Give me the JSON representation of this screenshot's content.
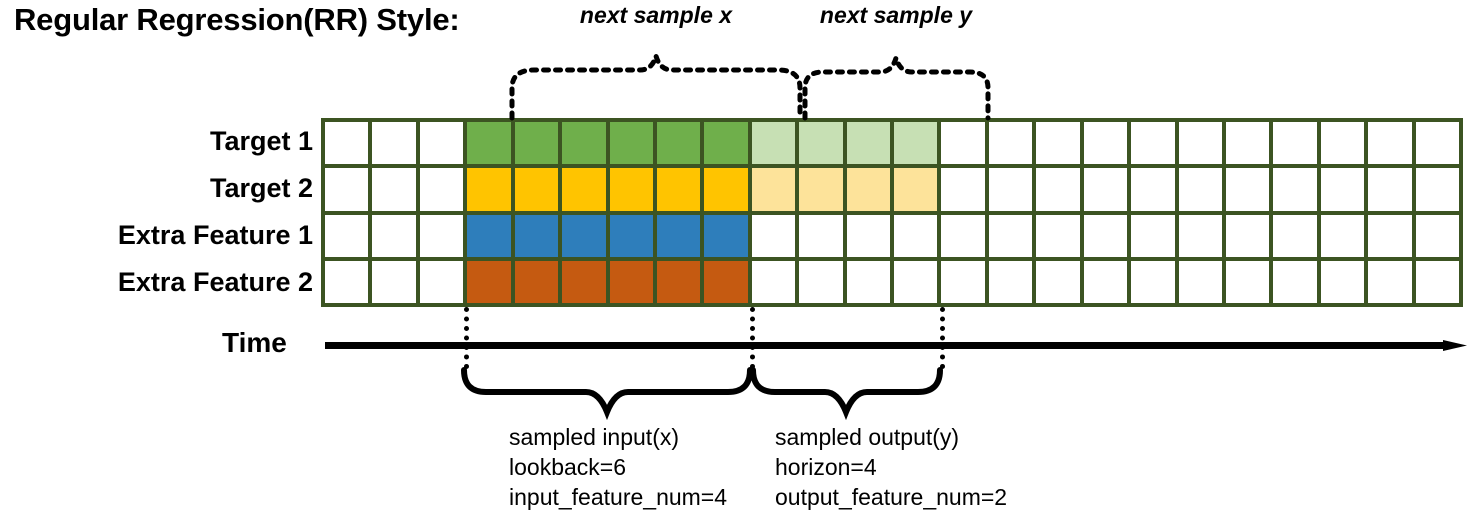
{
  "title": "Regular Regression(RR) Style:",
  "rows": [
    {
      "label": "Target 1",
      "name": "target-1"
    },
    {
      "label": "Target 2",
      "name": "target-2"
    },
    {
      "label": "Extra Feature 1",
      "name": "extra-feature-1"
    },
    {
      "label": "Extra Feature 2",
      "name": "extra-feature-2"
    }
  ],
  "grid": {
    "columns": 24,
    "rows": 4,
    "border_color": "#3c5422",
    "empty_color": "#ffffff",
    "input_start_col": 4,
    "input_end_col": 9,
    "output_start_col": 10,
    "output_end_col": 13,
    "row_fills": [
      {
        "row": "Target 1",
        "input_color": "#6faf4b",
        "output_color": "#c7e0b4"
      },
      {
        "row": "Target 2",
        "input_color": "#ffc400",
        "output_color": "#fde39a"
      },
      {
        "row": "Extra Feature 1",
        "input_color": "#2e7ebb",
        "output_color": "#ffffff"
      },
      {
        "row": "Extra Feature 2",
        "input_color": "#c55a11",
        "output_color": "#ffffff"
      }
    ]
  },
  "time_axis": {
    "label": "Time"
  },
  "annotations": {
    "top": [
      {
        "text": "next sample x",
        "name": "next-sample-x"
      },
      {
        "text": "next sample y",
        "name": "next-sample-y"
      }
    ],
    "bottom": [
      {
        "name": "sampled-input",
        "lines": [
          "sampled input(x)",
          "lookback=6",
          "input_feature_num=4"
        ]
      },
      {
        "name": "sampled-output",
        "lines": [
          "sampled output(y)",
          "horizon=4",
          "output_feature_num=2"
        ]
      }
    ]
  }
}
